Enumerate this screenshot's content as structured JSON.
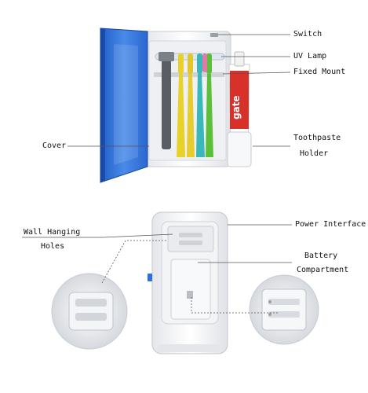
{
  "labels": {
    "switch": "Switch",
    "uv_lamp": "UV Lamp",
    "fixed_mount": "Fixed Mount",
    "cover": "Cover",
    "toothpaste_holder_line1": "Toothpaste",
    "toothpaste_holder_line2": "Holder",
    "power_interface": "Power Interface",
    "wall_hanging_line1": "Wall Hanging",
    "wall_hanging_line2": "Holes",
    "battery_line1": "Battery",
    "battery_line2": "Compartment"
  },
  "toothpaste_brand": "gate",
  "colors": {
    "cover_blue": "#2f6fd8",
    "body_white": "#f4f5f7",
    "brush_yellow": "#e8d22a",
    "brush_teal": "#3ab7b8",
    "brush_green": "#5cbf3a",
    "toothpaste_red": "#d8312a"
  }
}
